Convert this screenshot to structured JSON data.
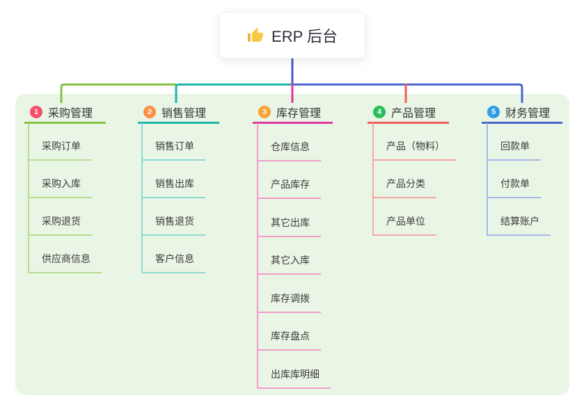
{
  "root": {
    "title": "ERP 后台",
    "icon": "thumbs-up-icon"
  },
  "branches": [
    {
      "badge": "1",
      "title": "采购管理",
      "badge_color": "#f4516c",
      "line_color": "#85c242",
      "child_line_color": "#b7dc8f",
      "children": [
        "采购订单",
        "采购入库",
        "采购退货",
        "供应商信息"
      ]
    },
    {
      "badge": "2",
      "title": "销售管理",
      "badge_color": "#fd8f43",
      "line_color": "#1db5aa",
      "child_line_color": "#8ed9d3",
      "children": [
        "销售订单",
        "销售出库",
        "销售退货",
        "客户信息"
      ]
    },
    {
      "badge": "3",
      "title": "库存管理",
      "badge_color": "#f7a432",
      "line_color": "#e0359c",
      "child_line_color": "#f29bcb",
      "children": [
        "仓库信息",
        "产品库存",
        "其它出库",
        "其它入库",
        "库存调拨",
        "库存盘点",
        "出库库明细"
      ]
    },
    {
      "badge": "4",
      "title": "产品管理",
      "badge_color": "#2abd5e",
      "line_color": "#f15d5d",
      "child_line_color": "#f6a6a2",
      "children": [
        "产品（物料）",
        "产品分类",
        "产品单位"
      ]
    },
    {
      "badge": "5",
      "title": "财务管理",
      "badge_color": "#2e9de6",
      "line_color": "#4a66d0",
      "child_line_color": "#a4b6e8",
      "children": [
        "回款单",
        "付款单",
        "结算账户"
      ]
    }
  ],
  "colors": {
    "panel_bg": "#eaf6e5",
    "root_connector": "#4a58cd",
    "text": "#333333",
    "root_card_bg": "#ffffff"
  }
}
